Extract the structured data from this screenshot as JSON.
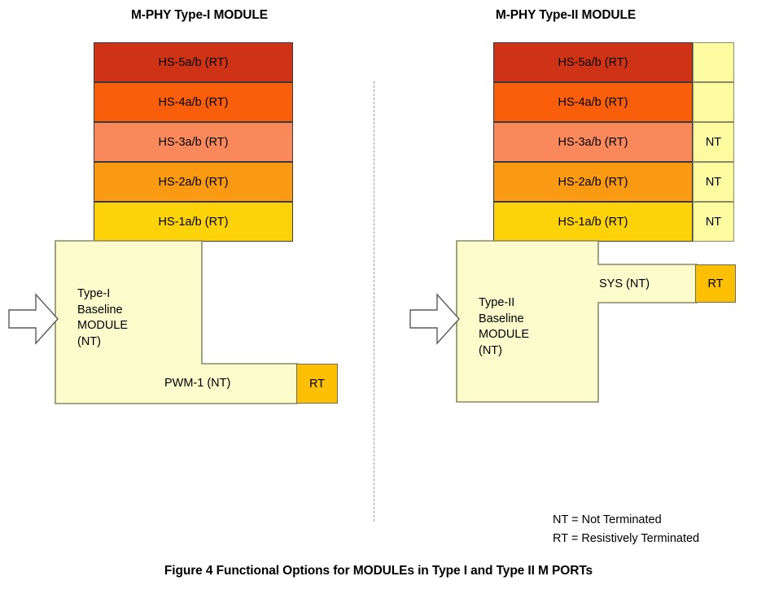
{
  "figure": {
    "caption": "Figure 4 Functional Options for MODULEs in Type I and Type II M PORTs"
  },
  "legend": {
    "lines": [
      "NT = Not Terminated",
      "RT = Resistively Terminated"
    ]
  },
  "colors": {
    "hs5": "#cf3316",
    "hs4": "#f95e0b",
    "hs3": "#f9895a",
    "hs2": "#f99a12",
    "hs1": "#fcd209",
    "baseline_fill": "#fcfbcc",
    "nt_fill": "#fdfba0",
    "rt_fill": "#fcbf02",
    "divider": "#9a9a9a",
    "outline": "#3a3a3a"
  },
  "modules": [
    {
      "id": "type-i",
      "title": "M-PHY Type-I MODULE",
      "hs_lanes": [
        {
          "label": "HS-5a/b (RT)",
          "color": "#cf3316",
          "nt": ""
        },
        {
          "label": "HS-4a/b (RT)",
          "color": "#f95e0b",
          "nt": ""
        },
        {
          "label": "HS-3a/b (RT)",
          "color": "#f9895a",
          "nt": ""
        },
        {
          "label": "HS-2a/b (RT)",
          "color": "#f99a12",
          "nt": ""
        },
        {
          "label": "HS-1a/b (RT)",
          "color": "#fcd209",
          "nt": ""
        }
      ],
      "baseline_label": "Type-I\nBaseline\nMODULE\n(NT)",
      "low_speed_lane": "PWM-1 (NT)",
      "terminator": "RT"
    },
    {
      "id": "type-ii",
      "title": "M-PHY Type-II MODULE",
      "hs_lanes": [
        {
          "label": "HS-5a/b (RT)",
          "color": "#cf3316",
          "nt": ""
        },
        {
          "label": "HS-4a/b (RT)",
          "color": "#f95e0b",
          "nt": ""
        },
        {
          "label": "HS-3a/b (RT)",
          "color": "#f9895a",
          "nt": "NT"
        },
        {
          "label": "HS-2a/b (RT)",
          "color": "#f99a12",
          "nt": "NT"
        },
        {
          "label": "HS-1a/b (RT)",
          "color": "#fcd209",
          "nt": "NT"
        }
      ],
      "baseline_label": "Type-II\nBaseline\nMODULE\n(NT)",
      "low_speed_lane": "SYS (NT)",
      "terminator": "RT"
    }
  ]
}
